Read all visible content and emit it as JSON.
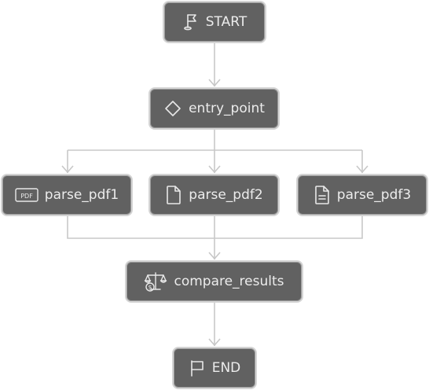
{
  "diagram": {
    "nodes": {
      "start": {
        "label": "START",
        "icon": "flag-base-icon"
      },
      "entry_point": {
        "label": "entry_point",
        "icon": "diamond-icon"
      },
      "parse_pdf1": {
        "label": "parse_pdf1",
        "icon": "pdf-icon"
      },
      "parse_pdf2": {
        "label": "parse_pdf2",
        "icon": "file-icon"
      },
      "parse_pdf3": {
        "label": "parse_pdf3",
        "icon": "file-text-icon"
      },
      "compare_results": {
        "label": "compare_results",
        "icon": "scale-dollar-icon"
      },
      "end": {
        "label": "END",
        "icon": "flag-icon"
      }
    },
    "edges": [
      [
        "start",
        "entry_point"
      ],
      [
        "entry_point",
        "parse_pdf1"
      ],
      [
        "entry_point",
        "parse_pdf2"
      ],
      [
        "entry_point",
        "parse_pdf3"
      ],
      [
        "parse_pdf1",
        "compare_results"
      ],
      [
        "parse_pdf2",
        "compare_results"
      ],
      [
        "parse_pdf3",
        "compare_results"
      ],
      [
        "compare_results",
        "end"
      ]
    ],
    "colors": {
      "node_fill": "#616161",
      "node_border": "#d4d4d4",
      "edge": "#c8c8c8",
      "text": "#ececec"
    }
  }
}
